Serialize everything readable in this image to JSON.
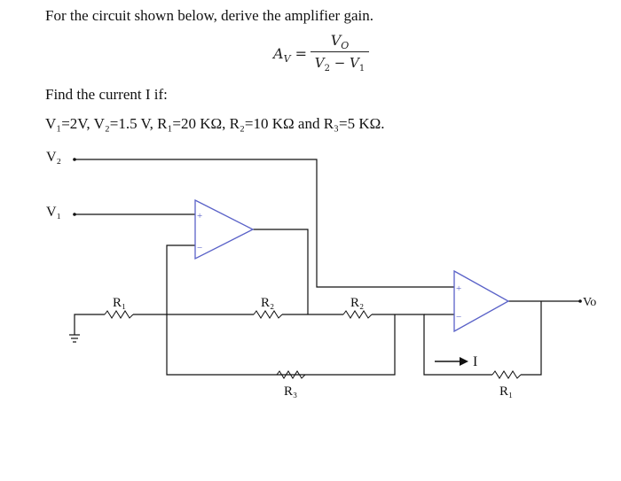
{
  "question": {
    "title": "For the circuit shown below, derive the amplifier gain.",
    "gain_lhs": "A",
    "gain_lhs_sub": "V",
    "gain_eq": " =",
    "gain_num": "V",
    "gain_num_sub": "O",
    "gain_den_a": "V",
    "gain_den_a_sub": "2",
    "gain_den_op": " − ",
    "gain_den_b": "V",
    "gain_den_b_sub": "1",
    "find": "Find the current I if:",
    "given": "V₁=2V, V₂=1.5 V, R₁=20 KΩ, R₂=10 KΩ and R₃=5 KΩ."
  },
  "circuit": {
    "v2_label": "V₂",
    "v1_label": "V₁",
    "vo_label": "Vo",
    "r1_left_label": "R₁",
    "r2_left_label": "R₂",
    "r2_right_label": "R₂",
    "r3_label": "R₃",
    "r1_right_label": "R₁",
    "current_label": "I",
    "plus_sign": "+",
    "minus_sign": "−",
    "opamp_color": "#5a62c8"
  }
}
